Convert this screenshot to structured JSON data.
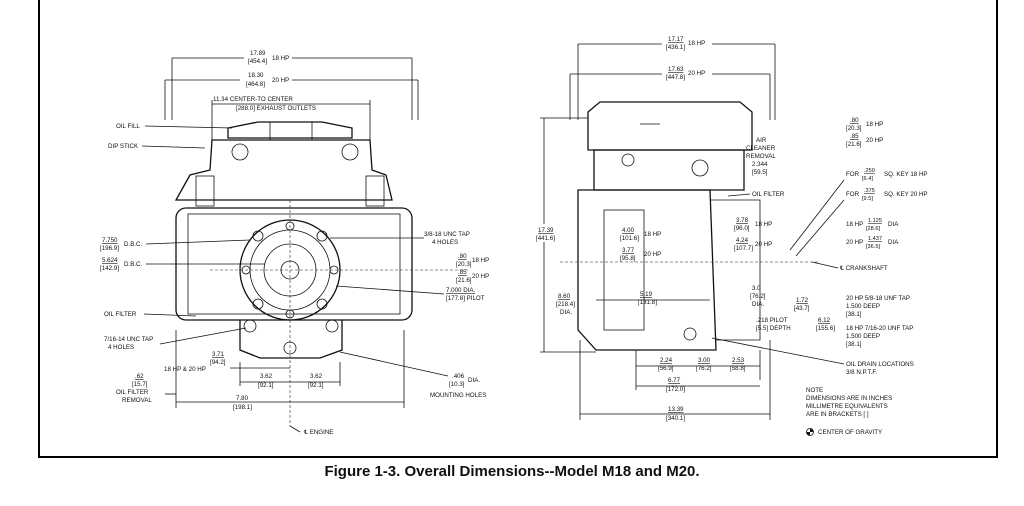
{
  "caption": "Figure 1-3. Overall Dimensions--Model M18 and M20.",
  "front_view": {
    "dims": {
      "w18": "17.89",
      "w18_mm": "[454.4]",
      "w18_hp": "18 HP",
      "w20": "18.30",
      "w20_mm": "[464.8]",
      "w20_hp": "20 HP",
      "exhaust": "11.34 CENTER-TO CENTER",
      "exhaust_mm": "[288.0] EXHAUST OUTLETS",
      "dbc1": "7.750",
      "dbc1_mm": "[196.9]",
      "dbc1_lbl": "D.B.C.",
      "dbc2": "5.624",
      "dbc2_mm": "[142.9]",
      "dbc2_lbl": "D.B.C.",
      "tap": "3/8-18 UNC TAP",
      "tap_holes": "4 HOLES",
      "d80": ".80",
      "d80_mm": "[20.3]",
      "d80_hp": "18 HP",
      "d85": ".85",
      "d85_mm": "[21.6]",
      "d85_hp": "20 HP",
      "pilot": "7.000 DIA.",
      "pilot_mm": "[177.8] PILOT",
      "unc": "7/16-14 UNC TAP",
      "unc_holes": "4 HOLES",
      "d371": "3.71",
      "d371_mm": "[94.2]",
      "d371_hp": "18 HP & 20 HP",
      "d362a": "3.62",
      "d362a_mm": "[92.1]",
      "d362b": "3.62",
      "d362b_mm": "[92.1]",
      "d62": ".62",
      "d62_mm": "[15.7]",
      "d780": "7.80",
      "d780_mm": "[198.1]",
      "holes": ".406",
      "holes_mm": "[10.3]",
      "holes_dia": "DIA.",
      "holes_lbl": "MOUNTING HOLES"
    },
    "labels": {
      "oil_fill": "OIL FILL",
      "dip_stick": "DIP STICK",
      "oil_filter": "OIL FILTER",
      "filter_removal_1": "OIL FILTER",
      "filter_removal_2": "REMOVAL",
      "engine": "℄ ENGINE"
    }
  },
  "side_view": {
    "dims": {
      "l18": "17.17",
      "l18_mm": "[436.1]",
      "l18_hp": "18 HP",
      "l20": "17.63",
      "l20_mm": "[447.8]",
      "l20_hp": "20 HP",
      "air1": "AIR",
      "air2": "CLEANER",
      "air3": "REMOVAL",
      "air_d": "2.344",
      "air_mm": "[59.5]",
      "h": "17.39",
      "h_mm": "[441.6]",
      "d400": "4.00",
      "d400_mm": "[101.6]",
      "d400_hp": "18 HP",
      "d377": "3.77",
      "d377_mm": "[95.8]",
      "d377_hp": "20 HP",
      "d378": "3.78",
      "d378_mm": "[96.0]",
      "d378_hp": "18 HP",
      "d424": "4.24",
      "d424_mm": "[107.7]",
      "d424_hp": "20 HP",
      "d860": "8.60",
      "d860_mm": "[218.4]",
      "d860_dia": "DIA.",
      "d519": "5.19",
      "d519_mm": "[131.8]",
      "d30": "3.0",
      "d30_mm": "[76.2]",
      "d30_dia": "DIA.",
      "d172": "1.72",
      "d172_mm": "[43.7]",
      "pilot218": ".218 PILOT",
      "pilot218_mm": "[5.5] DEPTH",
      "d612": "6.12",
      "d612_mm": "[155.6]",
      "d224": "2.24",
      "d224_mm": "[56.9]",
      "d300": "3.00",
      "d300_mm": "[76.2]",
      "d253": "2.53",
      "d253_mm": "[58.8]",
      "d677": "6.77",
      "d677_mm": "[172.0]",
      "d1339": "13.39",
      "d1339_mm": "[340.1]"
    },
    "labels": {
      "oil_filter": "OIL FILTER",
      "crankshaft": "℄ CRANKSHAFT"
    }
  },
  "callouts": {
    "c80": ".80",
    "c80_mm": "[20.3]",
    "c80_hp": "18 HP",
    "c85": ".85",
    "c85_mm": "[21.6]",
    "c85_hp": "20 HP",
    "key18_for": "FOR",
    "key18_n": ".250",
    "key18_mm": "[6.4]",
    "key18_txt": "SQ. KEY 18 HP",
    "key20_for": "FOR",
    "key20_n": ".375",
    "key20_mm": "[9.5]",
    "key20_txt": "SQ. KEY 20 HP",
    "dia18_hp": "18 HP",
    "dia18_n": "1.125",
    "dia18_mm": "[28.6]",
    "dia18_txt": "DIA",
    "dia20_hp": "20 HP",
    "dia20_n": "1.437",
    "dia20_mm": "[36.5]",
    "dia20_txt": "DIA",
    "tap20_1": "20 HP 5/8-18 UNF TAP",
    "tap20_2": "1.500 DEEP",
    "tap20_3": "[38.1]",
    "tap18_1": "18 HP 7/16-20 UNF TAP",
    "tap18_2": "1.500 DEEP",
    "tap18_3": "[38.1]",
    "drain_1": "OIL DRAIN LOCATIONS",
    "drain_2": "3/8 N.P.T.F.",
    "note_1": "NOTE",
    "note_2": "DIMENSIONS ARE IN INCHES",
    "note_3": "MILLIMETRE EQUIVALENTS",
    "note_4": "ARE IN BRACKETS [ ]",
    "cog": "CENTER OF GRAVITY"
  }
}
